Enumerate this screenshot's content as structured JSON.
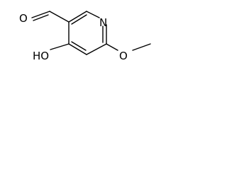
{
  "molecule": {
    "atoms": {
      "aldehyde_oxygen": "O",
      "ring_nitrogen": "N",
      "hydroxy": "HO",
      "ether_oxygen": "O"
    }
  }
}
